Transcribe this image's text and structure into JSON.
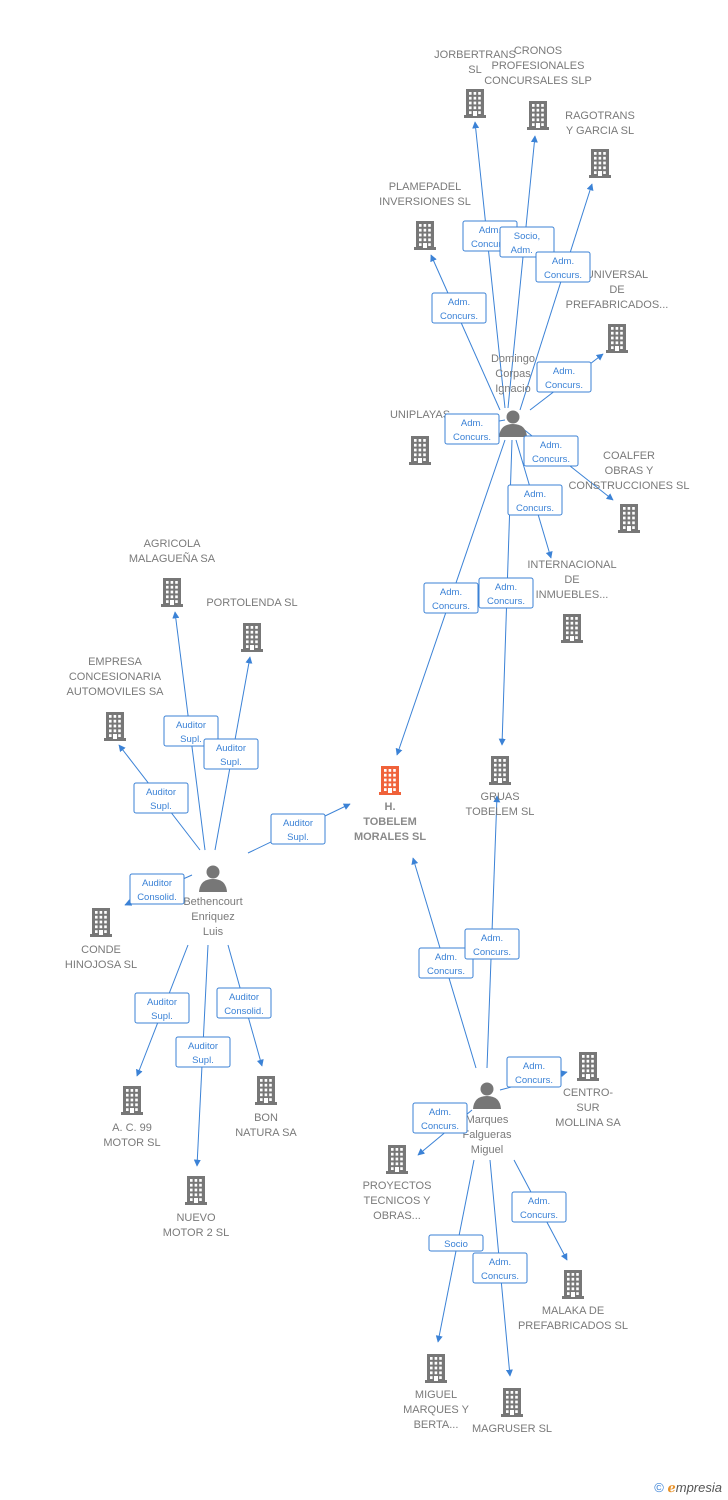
{
  "colors": {
    "edge": "#3b82d6",
    "building": "#777777",
    "focus": "#f0623a",
    "person": "#777777"
  },
  "companies": [
    {
      "id": "jorbertrans",
      "label": [
        "JORBERTRANS",
        "SL"
      ]
    },
    {
      "id": "cronos",
      "label": [
        "CRONOS",
        "PROFESIONALES",
        "CONCURSALES SLP"
      ]
    },
    {
      "id": "ragotrans",
      "label": [
        "RAGOTRANS",
        "Y GARCIA SL"
      ]
    },
    {
      "id": "plamepadel",
      "label": [
        "PLAMEPADEL",
        "INVERSIONES SL"
      ]
    },
    {
      "id": "universal",
      "label": [
        "UNIVERSAL",
        "DE",
        "PREFABRICADOS..."
      ]
    },
    {
      "id": "uniplayas",
      "label": [
        "UNIPLAYAS"
      ]
    },
    {
      "id": "coalfer",
      "label": [
        "COALFER",
        "OBRAS Y",
        "CONSTRUCCIONES SL"
      ]
    },
    {
      "id": "internacional",
      "label": [
        "INTERNACIONAL",
        "DE",
        "INMUEBLES..."
      ]
    },
    {
      "id": "agricola",
      "label": [
        "AGRICOLA",
        "MALAGUEÑA SA"
      ]
    },
    {
      "id": "portolenda",
      "label": [
        "PORTOLENDA SL"
      ]
    },
    {
      "id": "empresa",
      "label": [
        "EMPRESA",
        "CONCESIONARIA",
        "AUTOMOVILES SA"
      ]
    },
    {
      "id": "tobelem",
      "label": [
        "H.",
        "TOBELEM",
        "MORALES SL"
      ],
      "focus": true
    },
    {
      "id": "gruas",
      "label": [
        "GRUAS",
        "TOBELEM SL"
      ]
    },
    {
      "id": "conde",
      "label": [
        "CONDE",
        "HINOJOSA SL"
      ]
    },
    {
      "id": "a99",
      "label": [
        "A.  C. 99",
        "MOTOR SL"
      ]
    },
    {
      "id": "bon",
      "label": [
        "BON",
        "NATURA SA"
      ]
    },
    {
      "id": "nuevo",
      "label": [
        "NUEVO",
        "MOTOR 2 SL"
      ]
    },
    {
      "id": "centro",
      "label": [
        "CENTRO-",
        "SUR",
        "MOLLINA SA"
      ]
    },
    {
      "id": "proyectos",
      "label": [
        "PROYECTOS",
        "TECNICOS Y",
        "OBRAS..."
      ]
    },
    {
      "id": "malaka",
      "label": [
        "MALAKA DE",
        "PREFABRICADOS SL"
      ]
    },
    {
      "id": "miguelm",
      "label": [
        "MIGUEL",
        "MARQUES Y",
        "BERTA..."
      ]
    },
    {
      "id": "magruser",
      "label": [
        "MAGRUSER SL"
      ]
    }
  ],
  "persons": [
    {
      "id": "domingo",
      "label": [
        "Domingo",
        "Corpas",
        "Ignacio"
      ]
    },
    {
      "id": "bethencourt",
      "label": [
        "Bethencourt",
        "Enriquez",
        "Luis"
      ]
    },
    {
      "id": "marques",
      "label": [
        "Marques",
        "Falgueras",
        "Miguel"
      ]
    }
  ],
  "edges": [
    {
      "from": "domingo",
      "to": "jorbertrans",
      "role": [
        "Adm.",
        "Concurs."
      ]
    },
    {
      "from": "domingo",
      "to": "cronos",
      "role": [
        "Socio,",
        "Adm. ..."
      ]
    },
    {
      "from": "domingo",
      "to": "ragotrans",
      "role": [
        "Adm.",
        "Concurs."
      ]
    },
    {
      "from": "domingo",
      "to": "plamepadel",
      "role": [
        "Adm.",
        "Concurs."
      ]
    },
    {
      "from": "domingo",
      "to": "universal",
      "role": [
        "Adm.",
        "Concurs."
      ]
    },
    {
      "from": "domingo",
      "to": "uniplayas",
      "role": [
        "Adm.",
        "Concurs."
      ]
    },
    {
      "from": "domingo",
      "to": "coalfer",
      "role": [
        "Adm.",
        "Concurs."
      ]
    },
    {
      "from": "domingo",
      "to": "internacional",
      "role": [
        "Adm.",
        "Concurs."
      ]
    },
    {
      "from": "domingo",
      "to": "tobelem",
      "role": [
        "Adm.",
        "Concurs."
      ]
    },
    {
      "from": "domingo",
      "to": "gruas",
      "role": [
        "Adm.",
        "Concurs."
      ]
    },
    {
      "from": "bethencourt",
      "to": "agricola",
      "role": [
        "Auditor",
        "Supl."
      ]
    },
    {
      "from": "bethencourt",
      "to": "portolenda",
      "role": [
        "Auditor",
        "Supl."
      ]
    },
    {
      "from": "bethencourt",
      "to": "empresa",
      "role": [
        "Auditor",
        "Supl."
      ]
    },
    {
      "from": "bethencourt",
      "to": "tobelem",
      "role": [
        "Auditor",
        "Supl."
      ]
    },
    {
      "from": "bethencourt",
      "to": "conde",
      "role": [
        "Auditor",
        "Consolid."
      ]
    },
    {
      "from": "bethencourt",
      "to": "a99",
      "role": [
        "Auditor",
        "Supl."
      ]
    },
    {
      "from": "bethencourt",
      "to": "bon",
      "role": [
        "Auditor",
        "Consolid."
      ]
    },
    {
      "from": "bethencourt",
      "to": "nuevo",
      "role": [
        "Auditor",
        "Supl."
      ]
    },
    {
      "from": "marques",
      "to": "tobelem",
      "role": [
        "Adm.",
        "Concurs."
      ]
    },
    {
      "from": "marques",
      "to": "gruas",
      "role": [
        "Adm.",
        "Concurs."
      ]
    },
    {
      "from": "marques",
      "to": "centro",
      "role": [
        "Adm.",
        "Concurs."
      ]
    },
    {
      "from": "marques",
      "to": "proyectos",
      "role": [
        "Adm.",
        "Concurs."
      ]
    },
    {
      "from": "marques",
      "to": "malaka",
      "role": [
        "Adm.",
        "Concurs."
      ]
    },
    {
      "from": "marques",
      "to": "miguelm",
      "role": [
        "Socio"
      ]
    },
    {
      "from": "marques",
      "to": "magruser",
      "role": [
        "Adm.",
        "Concurs."
      ]
    }
  ],
  "footer": {
    "copyright": "©",
    "brand_e": "ℯ",
    "brand_rest": "mpresia"
  }
}
